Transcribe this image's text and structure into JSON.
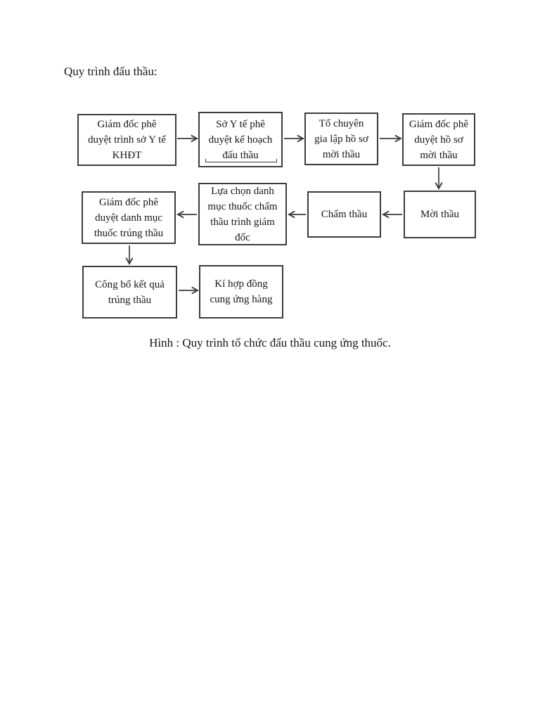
{
  "title": "Quy trình đấu thầu:",
  "caption": "Hình : Quy trình tổ chức đấu thầu cung ứng thuốc.",
  "colors": {
    "background": "#ffffff",
    "box_border": "#3c3c3c",
    "text": "#161616",
    "arrow": "#3c3c3c"
  },
  "diagram": {
    "type": "flowchart",
    "nodes": [
      {
        "id": "n1",
        "label": "Giám đốc phê\nduyệt trình sở Y tế\nKHĐT"
      },
      {
        "id": "n2",
        "label": "Sở Y tế phê\nduyệt kế hoạch\nđấu thầu"
      },
      {
        "id": "n3",
        "label": "Tổ chuyên\ngia lập hồ sơ\nmời thầu"
      },
      {
        "id": "n4",
        "label": "Giám đốc phê\nduyệt hồ sơ\nmời thầu"
      },
      {
        "id": "n5",
        "label": "Mời thầu"
      },
      {
        "id": "n6",
        "label": "Chấm thầu"
      },
      {
        "id": "n7",
        "label": "Lựa chọn danh\nmục thuốc chấm\nthầu trình giám\nđốc"
      },
      {
        "id": "n8",
        "label": "Giám đốc phê\nduyệt danh mục\nthuốc trúng thầu"
      },
      {
        "id": "n9",
        "label": "Công bố kết quả\ntrúng thầu"
      },
      {
        "id": "n10",
        "label": "Kí hợp đồng\ncung ứng hàng"
      }
    ],
    "connections": [
      {
        "from": "n1",
        "to": "n2"
      },
      {
        "from": "n2",
        "to": "n3"
      },
      {
        "from": "n3",
        "to": "n4"
      },
      {
        "from": "n4",
        "to": "n5"
      },
      {
        "from": "n5",
        "to": "n6"
      },
      {
        "from": "n6",
        "to": "n7"
      },
      {
        "from": "n7",
        "to": "n8"
      },
      {
        "from": "n8",
        "to": "n9"
      },
      {
        "from": "n9",
        "to": "n10"
      }
    ]
  }
}
